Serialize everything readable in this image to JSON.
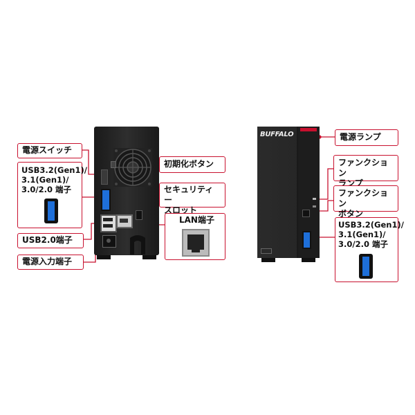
{
  "brand": "BUFFALO",
  "left_labels": {
    "power_switch": "電源スイッチ",
    "usb32_rear": "USB3.2(Gen1)/\n3.1(Gen1)/\n3.0/2.0 端子",
    "usb20": "USB2.0端子",
    "power_input": "電源入力端子",
    "init_button": "初期化ボタン",
    "security_slot": "セキュリティー\nスロット",
    "lan_port": "LAN端子"
  },
  "right_labels": {
    "power_lamp": "電源ランプ",
    "function_lamp": "ファンクション\nランプ",
    "function_button": "ファンクション\nボタン",
    "usb32_front": "USB3.2(Gen1)/\n3.1(Gen1)/\n3.0/2.0 端子"
  },
  "colors": {
    "accent": "#c8102e",
    "usb3_port": "#1e6fd9",
    "device_body": "#2a2a2a"
  }
}
